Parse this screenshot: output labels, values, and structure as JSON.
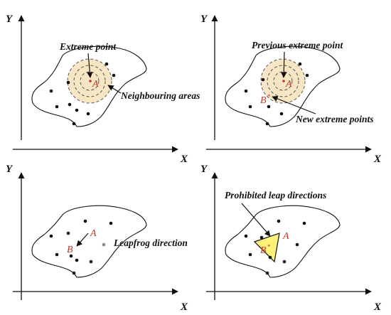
{
  "colors": {
    "ink": "#111111",
    "point_label": "#c0392b",
    "neighbourhood_fill": "#f7e6c4",
    "prohibited_fill": "#fff27a"
  },
  "panels": [
    {
      "axis_x": "X",
      "axis_y": "Y",
      "annotations": [
        "Extreme point",
        "Neighbouring areas"
      ],
      "points": {
        "a": "A"
      }
    },
    {
      "axis_x": "X",
      "axis_y": "Y",
      "annotations": [
        "Previous extreme point",
        "New extreme points"
      ],
      "points": {
        "a": "A",
        "b": "B"
      }
    },
    {
      "axis_x": "X",
      "axis_y": "Y",
      "annotations": [
        "Leapfrog direction"
      ],
      "points": {
        "a": "A",
        "b": "B"
      }
    },
    {
      "axis_x": "X",
      "axis_y": "Y",
      "annotations": [
        "Prohibited leap directions"
      ],
      "points": {
        "a": "A",
        "b": "B"
      }
    }
  ]
}
